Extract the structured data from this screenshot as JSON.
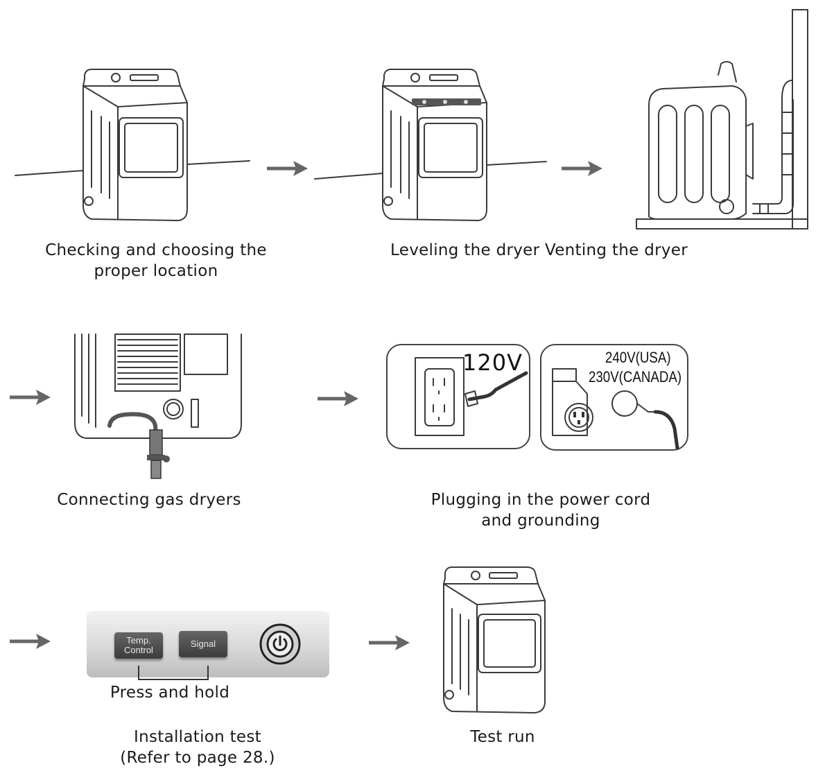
{
  "steps": {
    "location": {
      "caption_line1": "Checking and choosing the",
      "caption_line2": "proper location"
    },
    "level_vent": {
      "caption": "Leveling the dryer Venting the dryer"
    },
    "gas": {
      "caption": "Connecting gas dryers"
    },
    "power": {
      "caption_line1": "Plugging in the power cord",
      "caption_line2": "and grounding",
      "label_120": "120V",
      "label_240": "240V(USA)",
      "label_230": "230V(CANADA)"
    },
    "install_test": {
      "caption_line1": "Installation test",
      "caption_line2": "(Refer to page 28.)",
      "btn_temp_line1": "Temp.",
      "btn_temp_line2": "Control",
      "btn_signal": "Signal",
      "press_hold": "Press and hold"
    },
    "test_run": {
      "caption": "Test run"
    }
  },
  "colors": {
    "arrow": "#666666",
    "line": "#3a3a3a"
  }
}
